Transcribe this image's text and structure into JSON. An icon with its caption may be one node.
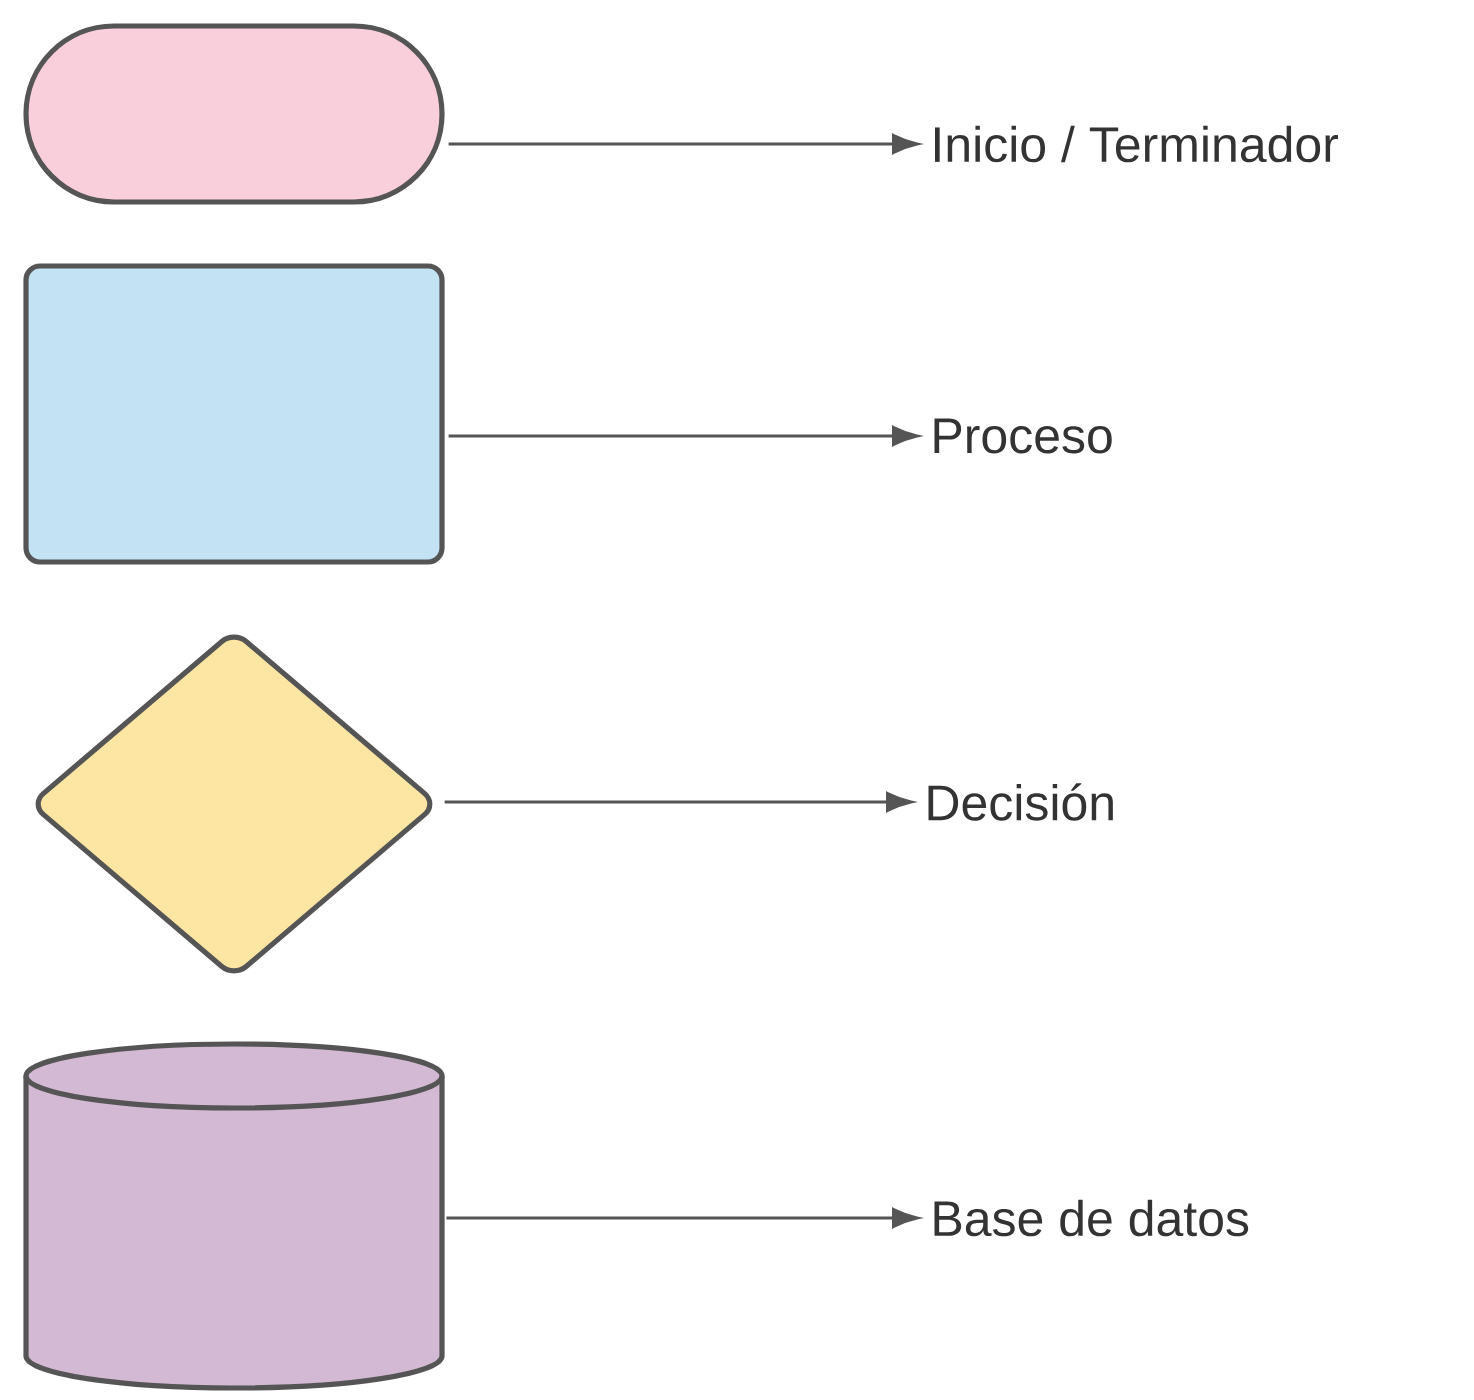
{
  "diagram": {
    "nodes": [
      {
        "text": [],
        "shape": "stadium"
      },
      {
        "text": [
          "Inicio / Terminador"
        ]
      },
      {
        "text": [],
        "shape": "box"
      },
      {
        "text": [
          "Proceso"
        ]
      },
      {
        "text": [],
        "shape": "diamond"
      },
      {
        "text": [
          "Decisión"
        ]
      },
      {
        "text": [],
        "shape": "cylinder"
      },
      {
        "text": [
          "Base de datos"
        ]
      }
    ],
    "edges": [
      {
        "from": 0,
        "to": 1,
        "arrow": "to"
      },
      {
        "from": 2,
        "to": 3,
        "arrow": "to"
      },
      {
        "from": 4,
        "to": 5,
        "arrow": "to"
      },
      {
        "from": 6,
        "to": 7,
        "arrow": "to"
      }
    ]
  }
}
